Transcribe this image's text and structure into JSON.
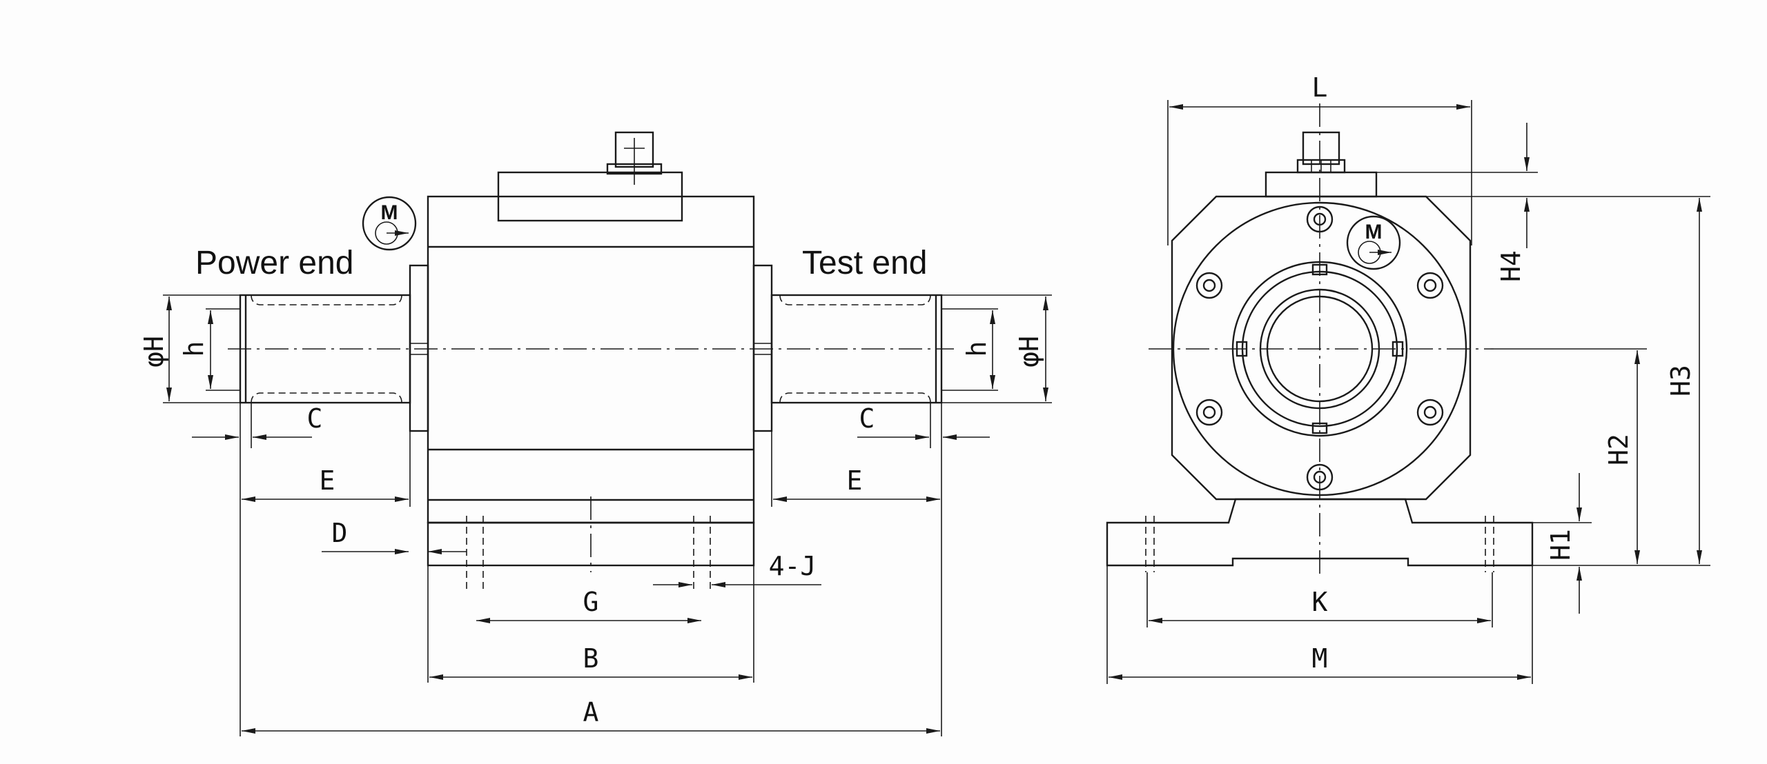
{
  "labels": {
    "power_end": "Power end",
    "test_end": "Test end",
    "motor_symbol": "M"
  },
  "dimensions": {
    "A": "A",
    "B": "B",
    "C": "C",
    "D": "D",
    "E": "E",
    "G": "G",
    "J": "4-J",
    "h": "h",
    "phiH": "φH",
    "L": "L",
    "K": "K",
    "M": "M",
    "H1": "H1",
    "H2": "H2",
    "H3": "H3",
    "H4": "H4"
  },
  "colors": {
    "line": "#1a1a1a",
    "background": "#fdfdfd"
  }
}
